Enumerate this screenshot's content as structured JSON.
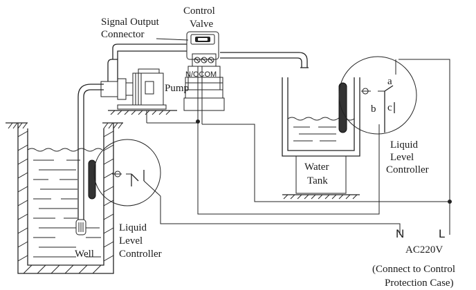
{
  "labels": {
    "control_valve_line1": "Control",
    "control_valve_line2": "Valve",
    "signal_output_line1": "Signal Output",
    "signal_output_line2": "Connector",
    "terminals": "N/OCOM",
    "pump": "Pump",
    "water_tank_line1": "Water",
    "water_tank_line2": "Tank",
    "llc_right_line1": "Liquid",
    "llc_right_line2": "Level",
    "llc_right_line3": "Controller",
    "llc_left_line1": "Liquid",
    "llc_left_line2": "Level",
    "llc_left_line3": "Controller",
    "well": "Well",
    "switch_a": "a",
    "switch_b": "b",
    "switch_c": "c",
    "neutral": "N",
    "live": "L",
    "supply": "AC220V",
    "note_line1": "(Connect to Control",
    "note_line2": "Protection Case)"
  }
}
